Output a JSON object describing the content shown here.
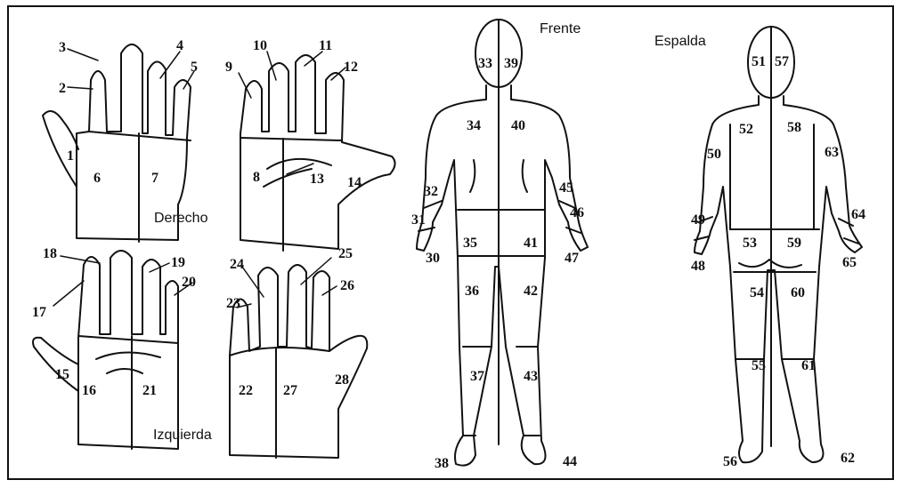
{
  "captions": {
    "frente": "Frente",
    "espalda": "Espalda",
    "derecho": "Derecho",
    "izquierda": "Izquierda"
  },
  "region_numbers": {
    "right_hand_back": [
      "1",
      "2",
      "3",
      "4",
      "5",
      "6",
      "7"
    ],
    "right_hand_palm": [
      "8",
      "9",
      "10",
      "11",
      "12",
      "13",
      "14"
    ],
    "left_hand_palm": [
      "15",
      "16",
      "17",
      "18",
      "19",
      "20",
      "21"
    ],
    "left_hand_back": [
      "22",
      "23",
      "24",
      "25",
      "26",
      "27",
      "28"
    ],
    "body_front": [
      "30",
      "31",
      "32",
      "33",
      "34",
      "35",
      "36",
      "37",
      "38",
      "39",
      "40",
      "41",
      "42",
      "43",
      "44",
      "45",
      "46",
      "47"
    ],
    "body_back": [
      "48",
      "49",
      "50",
      "51",
      "52",
      "53",
      "54",
      "55",
      "56",
      "57",
      "58",
      "59",
      "60",
      "61",
      "62",
      "63",
      "64",
      "65"
    ]
  }
}
